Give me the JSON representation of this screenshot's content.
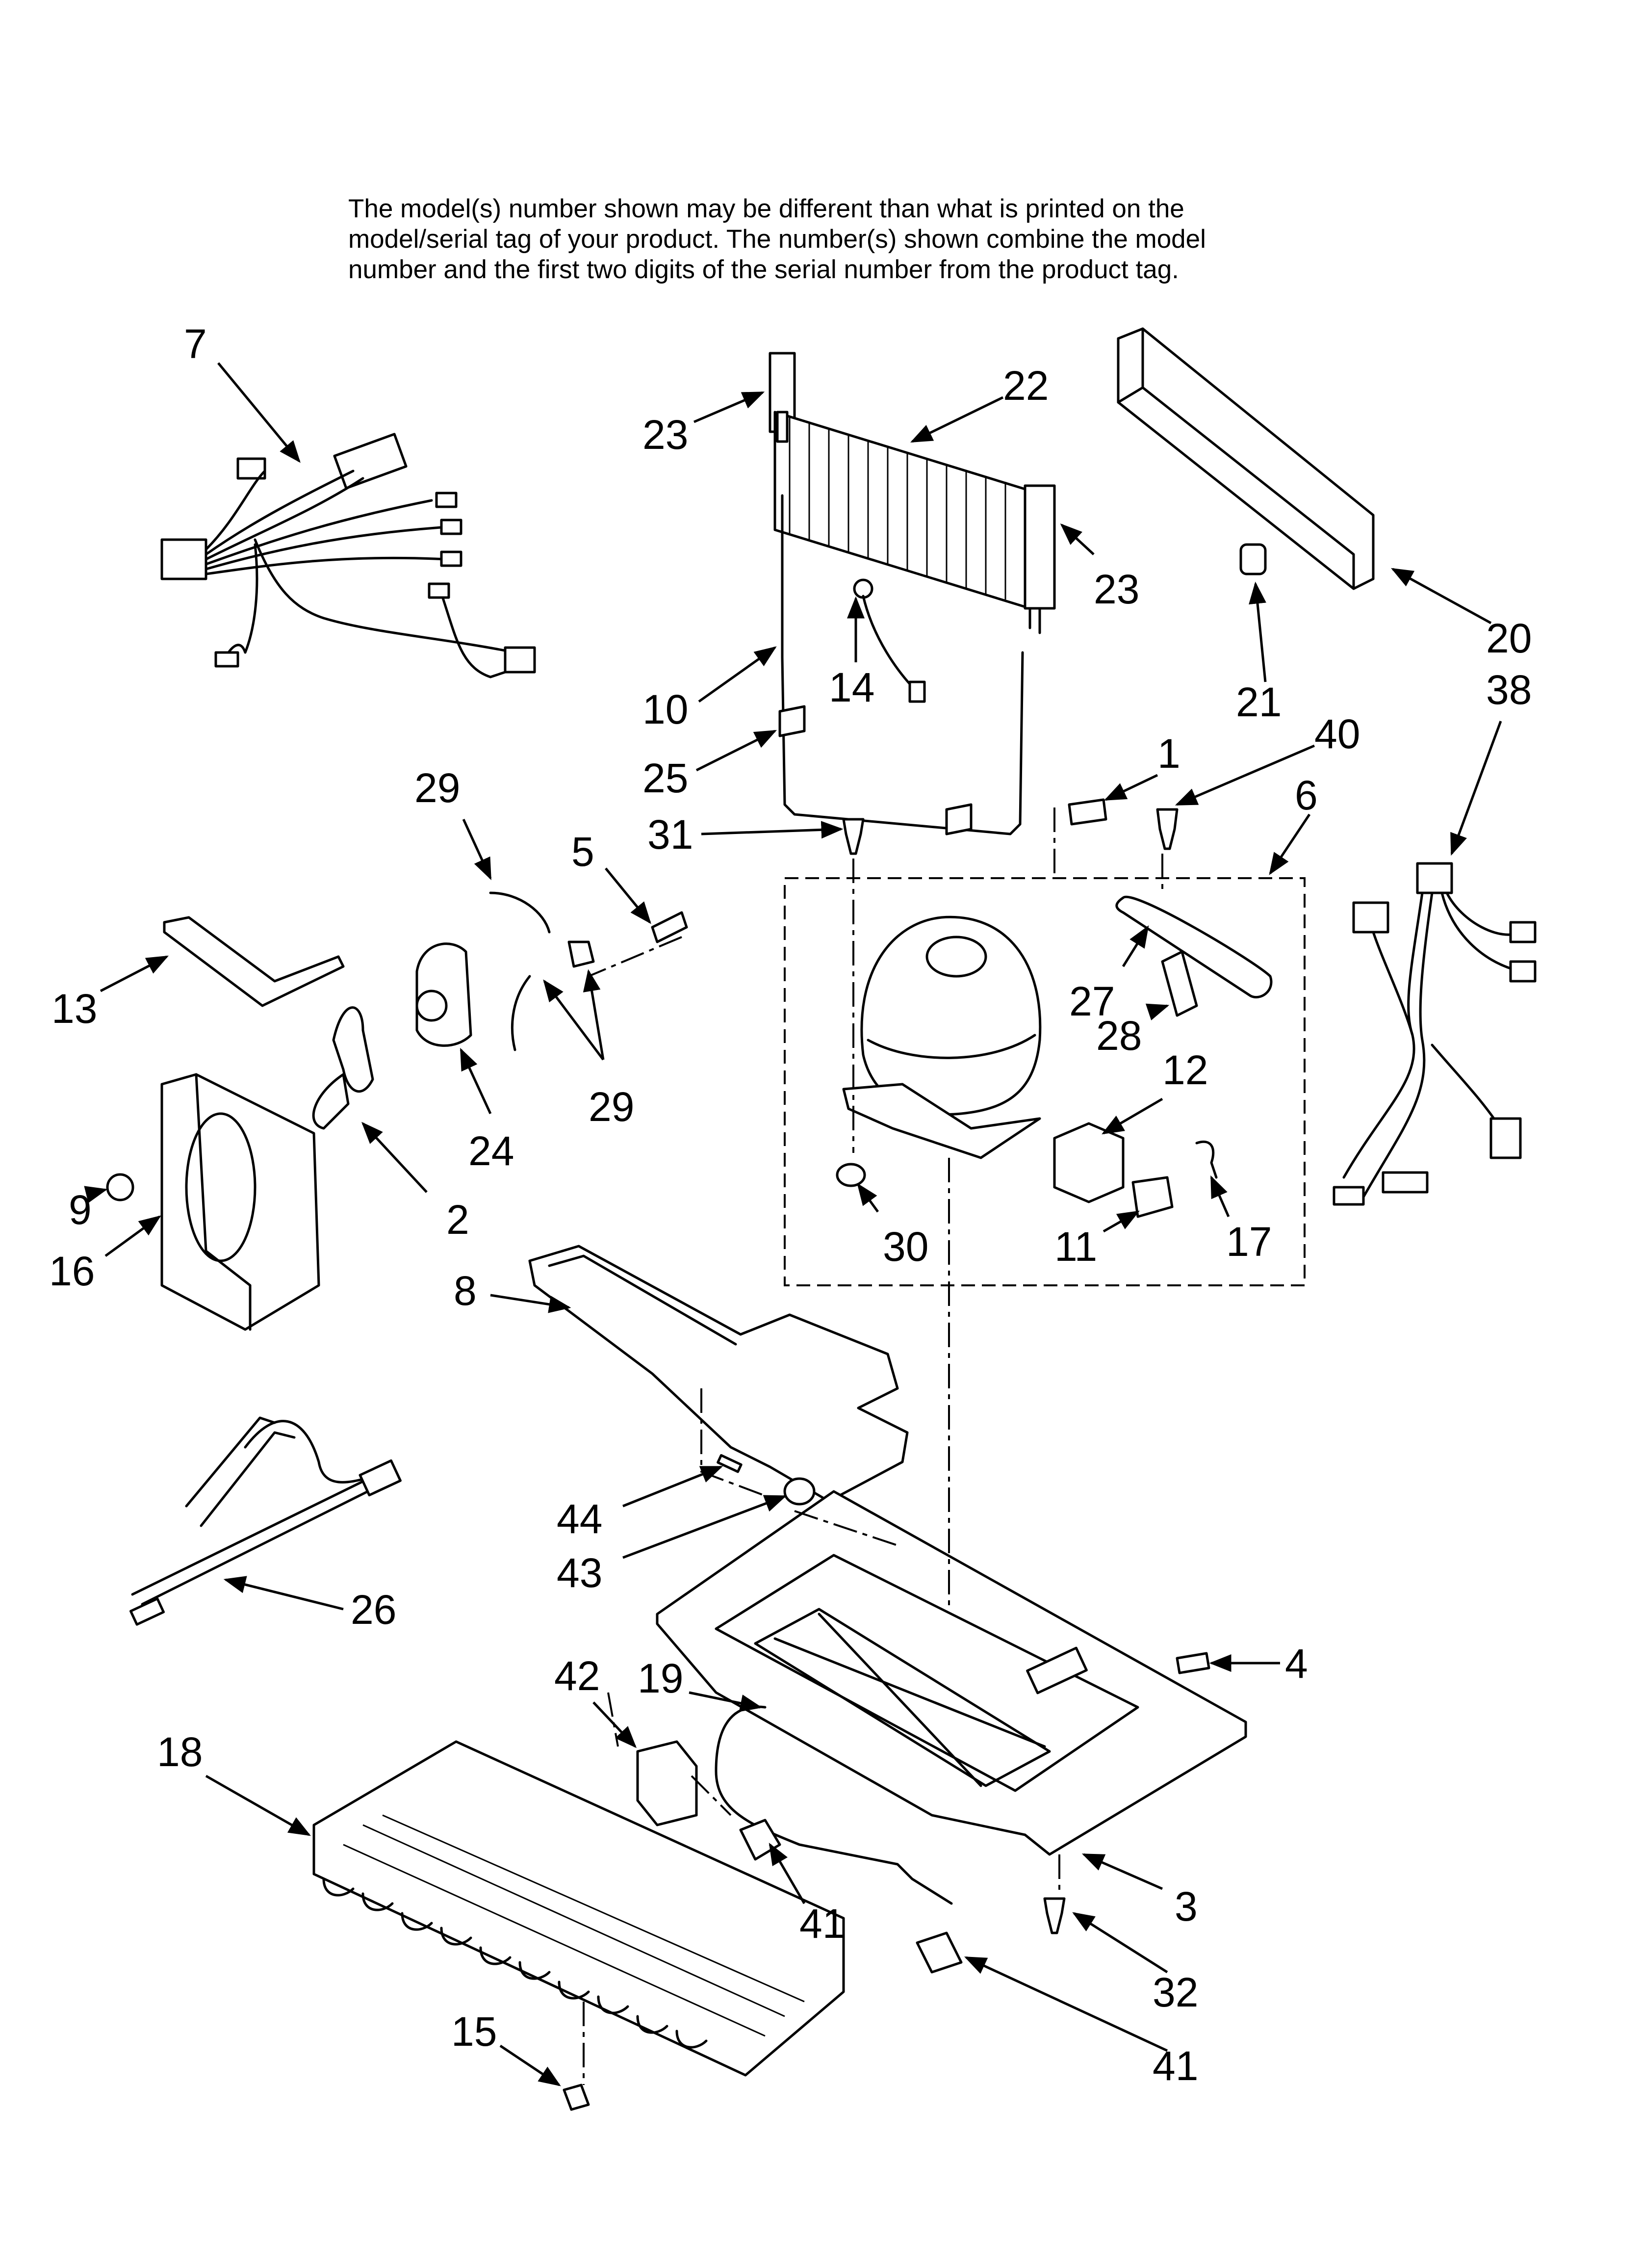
{
  "note": {
    "lines": [
      "The model(s) number shown may be different than what is printed on the",
      "model/serial tag of your product. The number(s) shown combine the model",
      "number and the first two digits of the serial number from the product tag."
    ]
  },
  "callouts": [
    {
      "id": "c7",
      "text": "7"
    },
    {
      "id": "c23a",
      "text": "23"
    },
    {
      "id": "c22",
      "text": "22"
    },
    {
      "id": "c23b",
      "text": "23"
    },
    {
      "id": "c20",
      "text": "20"
    },
    {
      "id": "c38",
      "text": "38"
    },
    {
      "id": "c21",
      "text": "21"
    },
    {
      "id": "c14",
      "text": "14"
    },
    {
      "id": "c10",
      "text": "10"
    },
    {
      "id": "c25",
      "text": "25"
    },
    {
      "id": "c1",
      "text": "1"
    },
    {
      "id": "c40",
      "text": "40"
    },
    {
      "id": "c6",
      "text": "6"
    },
    {
      "id": "c29a",
      "text": "29"
    },
    {
      "id": "c5",
      "text": "5"
    },
    {
      "id": "c31",
      "text": "31"
    },
    {
      "id": "c13",
      "text": "13"
    },
    {
      "id": "c27",
      "text": "27"
    },
    {
      "id": "c28",
      "text": "28"
    },
    {
      "id": "c12",
      "text": "12"
    },
    {
      "id": "c24",
      "text": "24"
    },
    {
      "id": "c29b",
      "text": "29"
    },
    {
      "id": "c9",
      "text": "9"
    },
    {
      "id": "c2",
      "text": "2"
    },
    {
      "id": "c16",
      "text": "16"
    },
    {
      "id": "c30",
      "text": "30"
    },
    {
      "id": "c11",
      "text": "11"
    },
    {
      "id": "c17",
      "text": "17"
    },
    {
      "id": "c8",
      "text": "8"
    },
    {
      "id": "c44",
      "text": "44"
    },
    {
      "id": "c43",
      "text": "43"
    },
    {
      "id": "c26",
      "text": "26"
    },
    {
      "id": "c4",
      "text": "4"
    },
    {
      "id": "c42",
      "text": "42"
    },
    {
      "id": "c19",
      "text": "19"
    },
    {
      "id": "c18",
      "text": "18"
    },
    {
      "id": "c41a",
      "text": "41"
    },
    {
      "id": "c3",
      "text": "3"
    },
    {
      "id": "c32",
      "text": "32"
    },
    {
      "id": "c15",
      "text": "15"
    },
    {
      "id": "c41b",
      "text": "41"
    }
  ]
}
